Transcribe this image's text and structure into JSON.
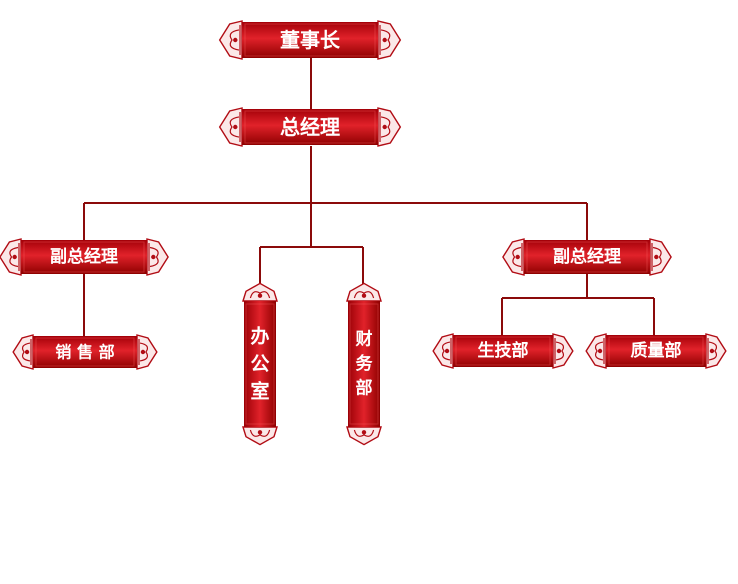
{
  "colors": {
    "banner_dark": "#8e0000",
    "banner_mid": "#c8000a",
    "banner_light": "#e1222a",
    "connector": "#8b0a0a",
    "ornament_fill": "#fbe8e8",
    "ornament_stroke": "#b10c14",
    "label": "#ffffff"
  },
  "nodes": {
    "chairman": {
      "label": "董事长"
    },
    "gm": {
      "label": "总经理"
    },
    "vgm_left": {
      "label": "副总经理"
    },
    "vgm_right": {
      "label": "副总经理"
    },
    "sales": {
      "label": "销 售 部"
    },
    "office": {
      "label": "办公室"
    },
    "finance": {
      "label": "财务部"
    },
    "production": {
      "label": "生技部"
    },
    "quality": {
      "label": "质量部"
    }
  }
}
